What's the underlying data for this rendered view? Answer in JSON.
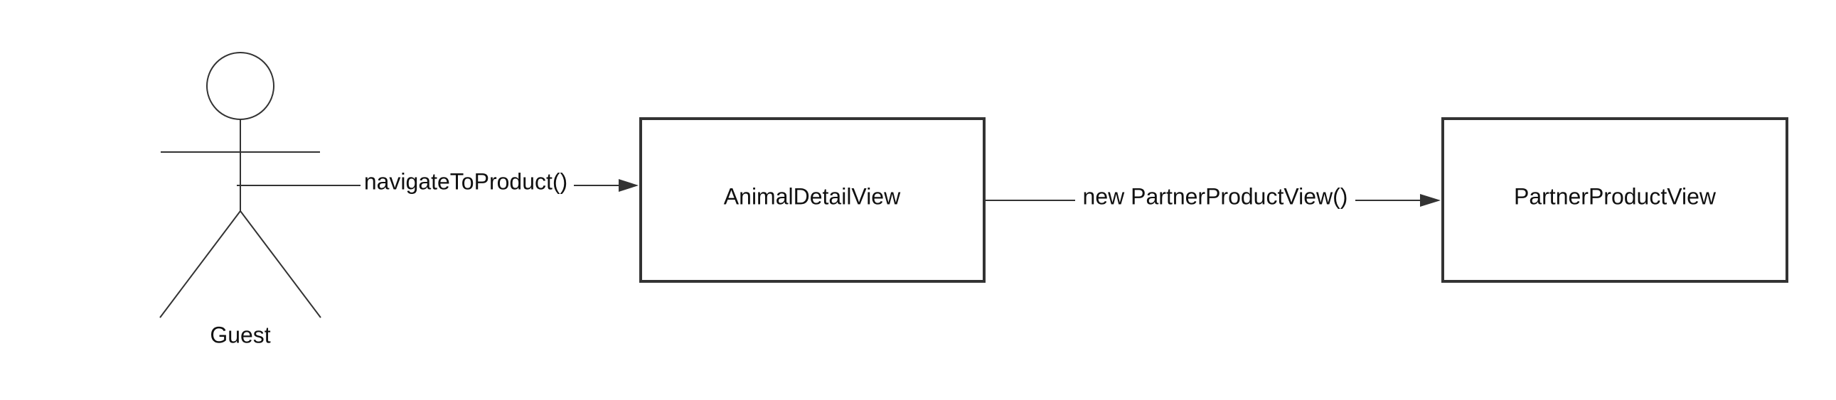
{
  "actor": {
    "name": "Guest"
  },
  "nodes": [
    {
      "id": "animal-detail-view",
      "label": "AnimalDetailView"
    },
    {
      "id": "partner-product-view",
      "label": "PartnerProductView"
    }
  ],
  "edges": [
    {
      "from": "Guest",
      "to": "AnimalDetailView",
      "label": "navigateToProduct()"
    },
    {
      "from": "AnimalDetailView",
      "to": "PartnerProductView",
      "label": "new PartnerProductView()"
    }
  ],
  "colors": {
    "stroke": "#333333",
    "text": "#111111",
    "background": "#ffffff"
  }
}
